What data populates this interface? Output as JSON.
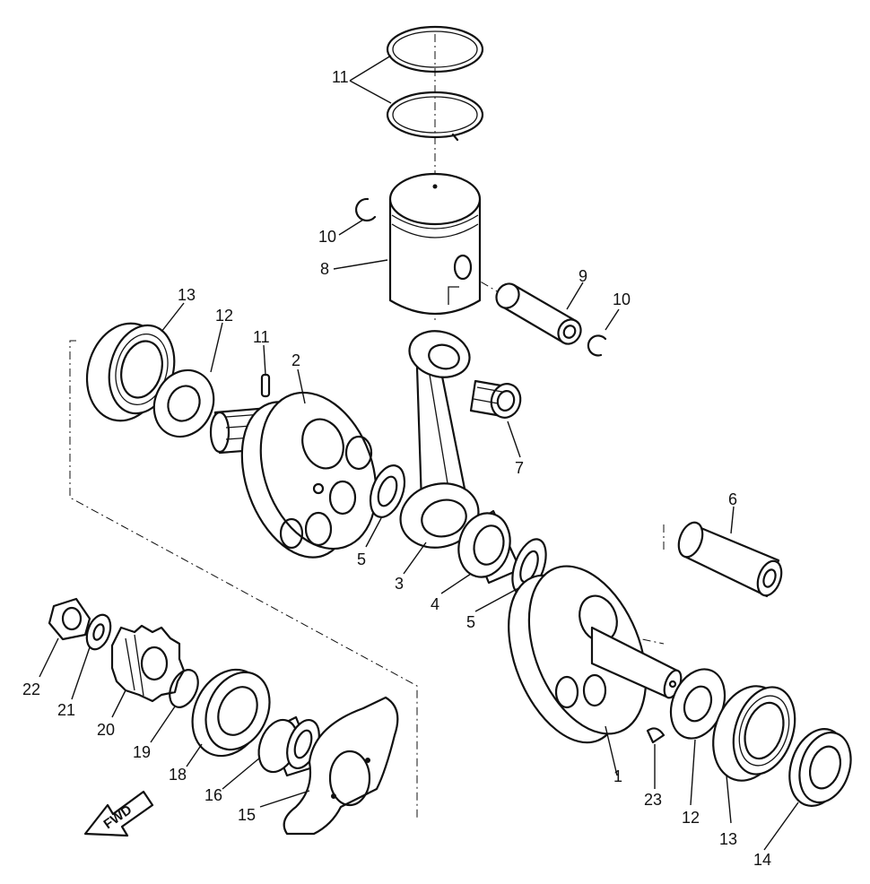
{
  "callouts": [
    {
      "id": "c11a",
      "text": "11"
    },
    {
      "id": "c10a",
      "text": "10"
    },
    {
      "id": "c8",
      "text": "8"
    },
    {
      "id": "c9",
      "text": "9"
    },
    {
      "id": "c10b",
      "text": "10"
    },
    {
      "id": "c13a",
      "text": "13"
    },
    {
      "id": "c12a",
      "text": "12"
    },
    {
      "id": "c11b",
      "text": "11"
    },
    {
      "id": "c2",
      "text": "2"
    },
    {
      "id": "c7",
      "text": "7"
    },
    {
      "id": "c6",
      "text": "6"
    },
    {
      "id": "c5a",
      "text": "5"
    },
    {
      "id": "c3",
      "text": "3"
    },
    {
      "id": "c4",
      "text": "4"
    },
    {
      "id": "c5b",
      "text": "5"
    },
    {
      "id": "c1",
      "text": "1"
    },
    {
      "id": "c23",
      "text": "23"
    },
    {
      "id": "c12b",
      "text": "12"
    },
    {
      "id": "c13b",
      "text": "13"
    },
    {
      "id": "c14",
      "text": "14"
    },
    {
      "id": "c22",
      "text": "22"
    },
    {
      "id": "c21",
      "text": "21"
    },
    {
      "id": "c20",
      "text": "20"
    },
    {
      "id": "c19",
      "text": "19"
    },
    {
      "id": "c18",
      "text": "18"
    },
    {
      "id": "c16",
      "text": "16"
    },
    {
      "id": "c15",
      "text": "15"
    }
  ],
  "direction_arrow": {
    "text": "FWD"
  }
}
